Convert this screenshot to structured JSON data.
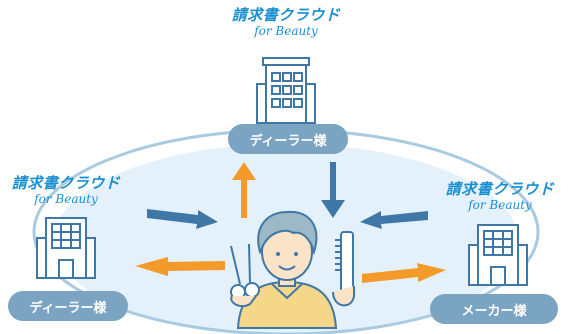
{
  "brand": {
    "name_ja": "請求書クラウド",
    "name_en": "for Beauty"
  },
  "labels": {
    "dealer": "ディーラー様",
    "maker": "メーカー様"
  },
  "colors": {
    "brand_blue": "#1a8fd0",
    "pill_blue": "#7aa4c2",
    "arrow_orange": "#f39a2b",
    "arrow_blue": "#3f77a7",
    "ring": "#a9cbe2",
    "building_stroke": "#3f77a7",
    "hair": "#9db8c6",
    "skin": "#fbe3c8",
    "shirt": "#f5d789"
  }
}
